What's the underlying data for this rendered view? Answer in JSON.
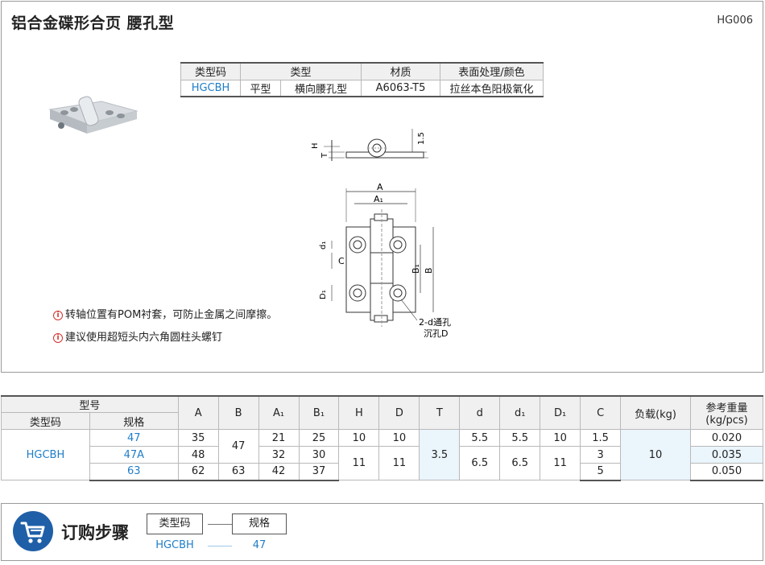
{
  "header": {
    "title": "铝合金碟形合页  腰孔型",
    "code": "HG006"
  },
  "spec_table": {
    "headers": [
      "类型码",
      "类型",
      "材质",
      "表面处理/颜色"
    ],
    "row": {
      "type_code": "HGCBH",
      "type_a": "平型",
      "type_b": "横向腰孔型",
      "material": "A6063-T5",
      "finish": "拉丝本色阳极氧化"
    }
  },
  "drawing": {
    "side": {
      "H": "H",
      "T": "T",
      "dim": "1.5"
    },
    "front": {
      "A": "A",
      "A1": "A₁",
      "B": "B",
      "B1": "B₁",
      "C": "C",
      "d1": "d₁",
      "D1": "D₁",
      "callout1": "2-d通孔",
      "callout2": "沉孔D"
    }
  },
  "notes": [
    "转轴位置有POM衬套，可防止金属之间摩擦。",
    "建议使用超短头内六角圆柱头螺钉"
  ],
  "dims_table": {
    "group_header": "型号",
    "sub_headers": [
      "类型码",
      "规格"
    ],
    "columns": [
      "A",
      "B",
      "A₁",
      "B₁",
      "H",
      "D",
      "T",
      "d",
      "d₁",
      "D₁",
      "C",
      "负载(kg)"
    ],
    "weight_header_1": "参考重量",
    "weight_header_2": "(kg/pcs)",
    "type_code": "HGCBH",
    "specs": [
      "47",
      "47A",
      "63"
    ],
    "A": [
      "35",
      "48",
      "62"
    ],
    "B": [
      "47",
      "63"
    ],
    "A1": [
      "21",
      "32",
      "42"
    ],
    "B1": [
      "25",
      "30",
      "37"
    ],
    "H": [
      "10",
      "11"
    ],
    "D": [
      "10",
      "11"
    ],
    "T": "3.5",
    "d": [
      "5.5",
      "6.5"
    ],
    "d1": [
      "5.5",
      "6.5"
    ],
    "D1": [
      "10",
      "11"
    ],
    "C": [
      "1.5",
      "3",
      "5"
    ],
    "load": "10",
    "weight": [
      "0.020",
      "0.035",
      "0.050"
    ]
  },
  "order": {
    "title": "订购步骤",
    "box1": "类型码",
    "box2": "规格",
    "val1": "HGCBH",
    "val2": "47"
  },
  "colors": {
    "accent": "#1f7dc8",
    "cart": "#1f5fa8",
    "highlight": "#eaf5fc"
  }
}
